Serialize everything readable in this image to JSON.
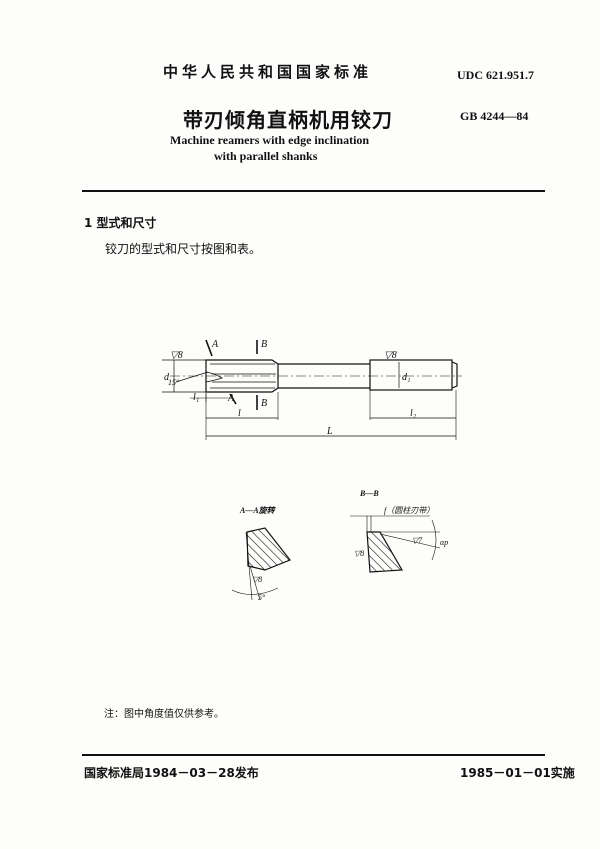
{
  "header": {
    "national_standard": "中华人民共和国国家标准",
    "udc": "UDC 621.951.7",
    "title_cn": "带刃倾角直柄机用铰刀",
    "standard_no": "GB 4244—84",
    "title_en_line1": "Machine reamers with edge inclination",
    "title_en_line2": "with parallel shanks"
  },
  "section": {
    "heading": "1  型式和尺寸",
    "body": "铰刀的型式和尺寸按图和表。"
  },
  "figure": {
    "main": {
      "finish_left": "▽8",
      "finish_right": "▽8",
      "section_a_top": "A",
      "section_a_bottom": "A",
      "section_b_top": "B",
      "section_b_bottom": "B",
      "d": "d",
      "angle": "15°",
      "l1": "l₁",
      "l": "l",
      "d1": "d₁",
      "l2": "l₂",
      "L": "L"
    },
    "section_aa": {
      "label": "A—A旋转",
      "finish": "▽8",
      "angle": "5°"
    },
    "section_bb": {
      "label": "B—B",
      "f_label": "f（圆柱刃带）",
      "finish_rake": "▽7",
      "finish_land": "▽8",
      "alpha": "αp"
    }
  },
  "note": "注：图中角度值仅供参考。",
  "footer": {
    "issued": "国家标准局1984－03－28发布",
    "effective": "1985－01－01实施"
  }
}
